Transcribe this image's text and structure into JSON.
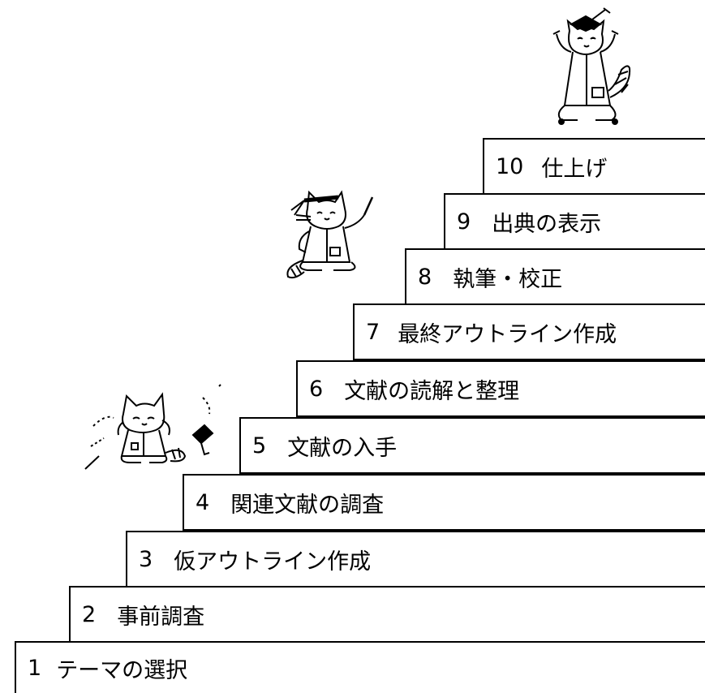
{
  "steps": [
    {
      "num": "1",
      "label": "テーマの選択"
    },
    {
      "num": "2",
      "label": "事前調査"
    },
    {
      "num": "3",
      "label": "仮アウトライン作成"
    },
    {
      "num": "4",
      "label": "関連文献の調査"
    },
    {
      "num": "5",
      "label": "文献の入手"
    },
    {
      "num": "6",
      "label": "文献の読解と整理"
    },
    {
      "num": "7",
      "label": "最終アウトライン作成"
    },
    {
      "num": "8",
      "label": "執筆・校正"
    },
    {
      "num": "9",
      "label": "出典の表示"
    },
    {
      "num": "10",
      "label": "仕上げ"
    }
  ],
  "mascots": [
    {
      "name": "tired-raccoon",
      "step": "5"
    },
    {
      "name": "working-raccoon",
      "step": "8"
    },
    {
      "name": "celebrating-raccoon",
      "step": "10"
    }
  ]
}
